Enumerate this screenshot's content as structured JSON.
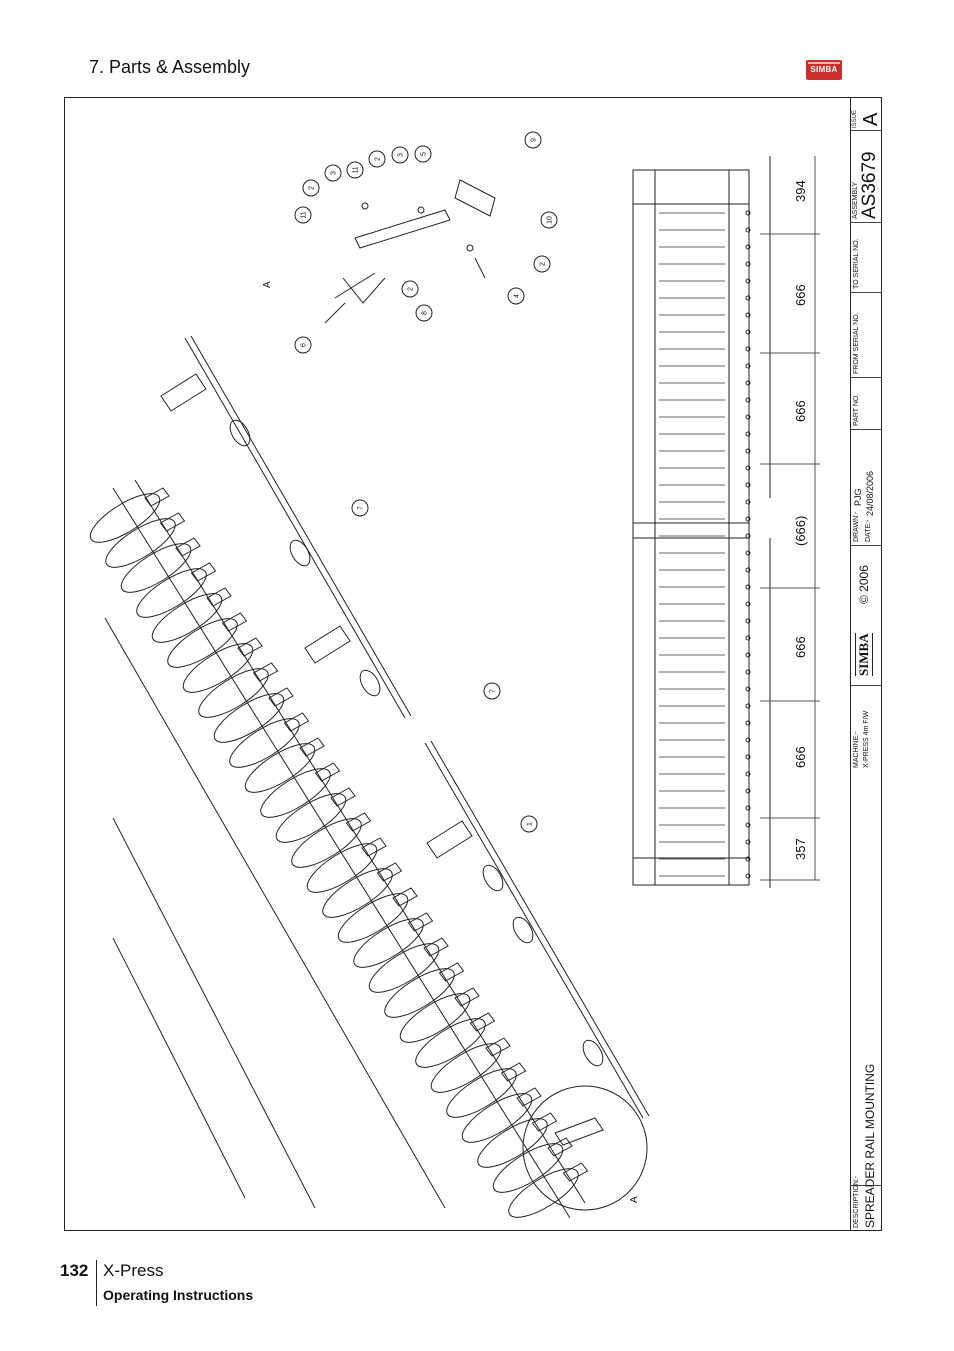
{
  "header": {
    "section_title": "7. Parts & Assembly",
    "logo_text": "SIMBA"
  },
  "drawing": {
    "view_label_a1": "A",
    "view_label_a2": "A",
    "balloons": [
      "9",
      "5",
      "3",
      "2",
      "11",
      "3",
      "2",
      "11",
      "10",
      "2",
      "4",
      "2",
      "8",
      "6",
      "7",
      "7",
      "1"
    ],
    "dimensions": [
      "394",
      "666",
      "666",
      "(666)",
      "666",
      "666",
      "357"
    ]
  },
  "title_block": {
    "issue_label": "ISSUE",
    "issue_value": "A",
    "assembly_label": "ASSEMBLY",
    "assembly_value": "AS3679",
    "to_serial_label": "TO SERIAL NO.",
    "from_serial_label": "FROM SERIAL NO.",
    "part_no_label": "PART NO.",
    "drawn_label": "DRAWN:-",
    "drawn_value": "PJG",
    "date_label": "DATE:-",
    "date_value": "24/08/2006",
    "copyright": "© 2006",
    "brand": "SIMBA",
    "machine_label": "MACHINE:-",
    "machine_value": "X-PRESS 4m F/W",
    "description_label": "DESCRIPTION:-",
    "description_value": "SPREADER RAIL MOUNTING"
  },
  "footer": {
    "page_number": "132",
    "product": "X-Press",
    "subtitle": "Operating Instructions"
  }
}
